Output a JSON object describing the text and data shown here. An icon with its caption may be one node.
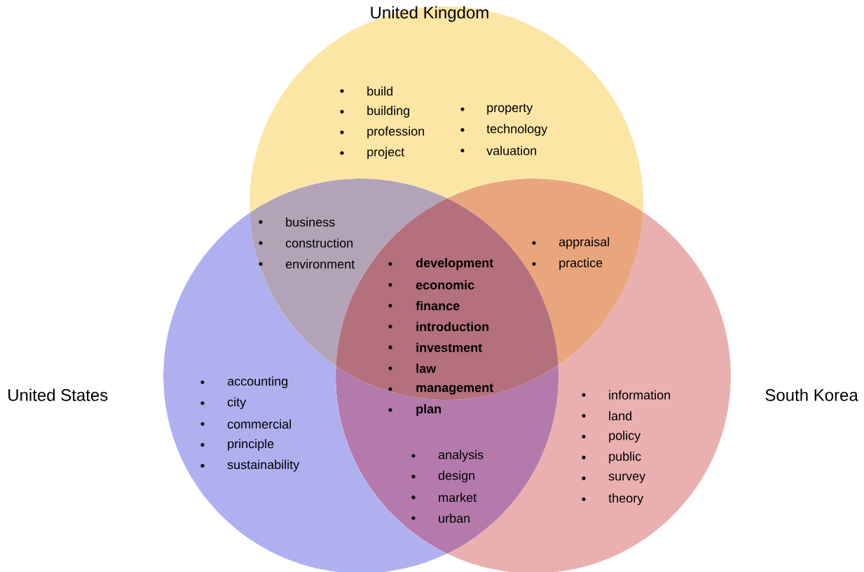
{
  "diagram": {
    "nodes": [
      {
        "text": [
          "United Kingdom",
          "build",
          "building",
          "profession",
          "project",
          "property",
          "technology",
          "valuation"
        ]
      },
      {
        "text": [
          "United States",
          "accounting",
          "city",
          "commercial",
          "principle",
          "sustainability"
        ]
      },
      {
        "text": [
          "South Korea",
          "information",
          "land",
          "policy",
          "public",
          "survey",
          "theory"
        ]
      }
    ],
    "labels": [
      "business",
      "construction",
      "environment",
      "appraisal",
      "practice",
      "development",
      "economic",
      "finance",
      "introduction",
      "investment",
      "law",
      "management",
      "plan",
      "analysis",
      "design",
      "market",
      "urban"
    ]
  }
}
